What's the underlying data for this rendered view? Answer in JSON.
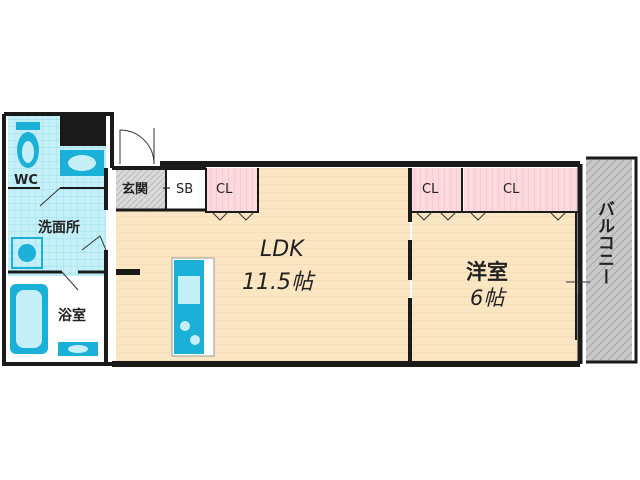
{
  "rooms": {
    "wc": "WC",
    "washroom": "洗面所",
    "bath": "浴室",
    "entrance": "玄関",
    "shoe_box": "SB",
    "closet_ldk": "CL",
    "closet_west_1": "CL",
    "closet_west_2": "CL",
    "ldk_name": "LDK",
    "ldk_size": "11.5帖",
    "western_name": "洋室",
    "western_size": "6帖",
    "balcony": "バルコニー"
  },
  "colors": {
    "wood_floor": "#fbe6c4",
    "closet_floor": "#fbd9dc",
    "wet_area": "#c6f0f8",
    "entrance_floor": "#d9d9d9",
    "balcony_floor": "#c8c8c8",
    "fixture": "#1ab0d8",
    "wall": "#1a1a1a"
  }
}
